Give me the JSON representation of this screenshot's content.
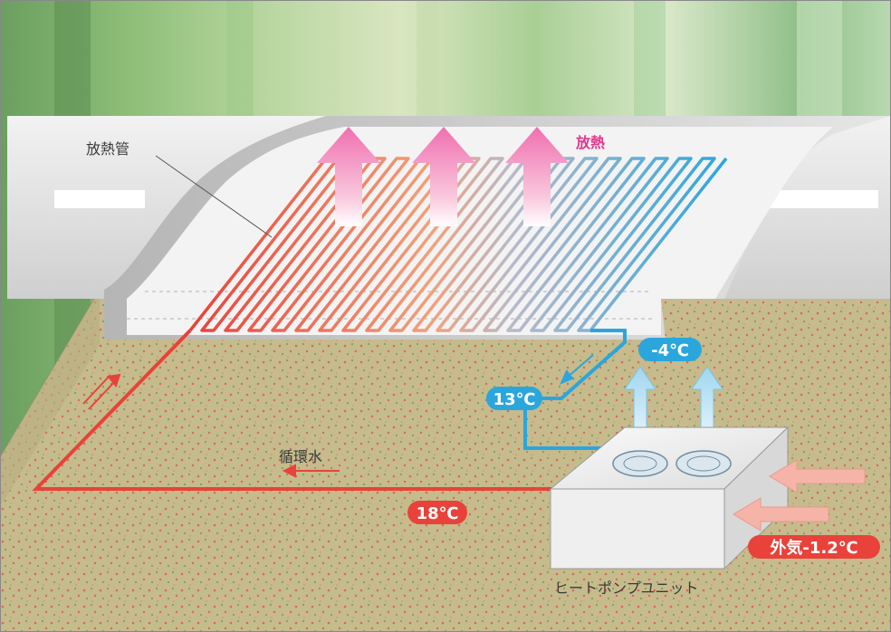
{
  "labels": {
    "heat_pipe": "放熱管",
    "heat_release": "放熱",
    "circulating_water": "循環水",
    "heat_pump_unit": "ヒートポンプユニット"
  },
  "badges": {
    "temp_return_low": "-4℃",
    "temp_mid": "13℃",
    "temp_supply": "18℃",
    "outside_air": "外気-1.2℃"
  },
  "colors": {
    "supply_red": "#e8423a",
    "return_blue": "#2aa6dd",
    "heat_arrow_pink": "#f27cb4",
    "air_arrow_salmon": "#f6b4a8",
    "ground": "#c5b98a"
  }
}
